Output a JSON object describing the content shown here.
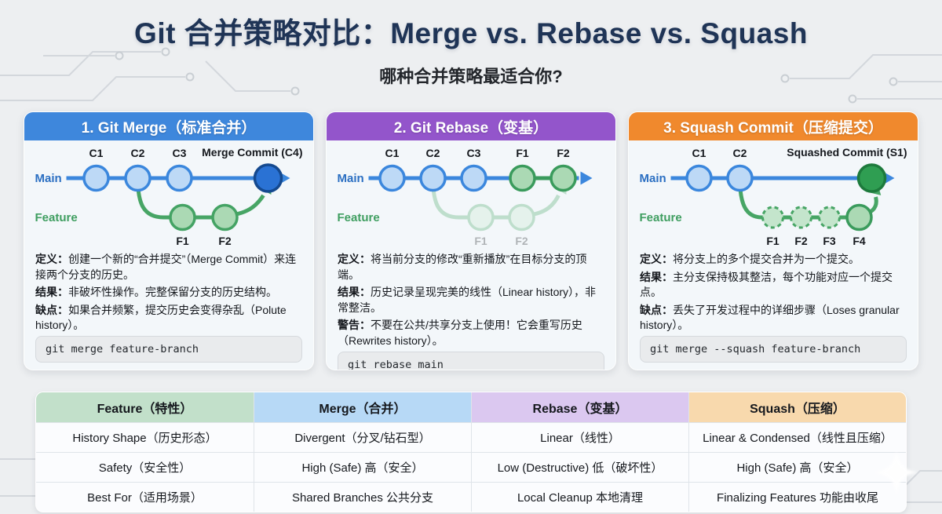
{
  "page": {
    "title": "Git 合并策略对比：Merge vs. Rebase vs. Squash",
    "subtitle": "哪种合并策略最适合你?"
  },
  "colors": {
    "merge_accent": "#3e87dc",
    "rebase_accent": "#9355cb",
    "squash_accent": "#f0892d",
    "main_line": "#3b87dd",
    "feature_line": "#47a565"
  },
  "cards": [
    {
      "title": "1. Git Merge（标准合并）",
      "accent": "#3e87dc",
      "graph": {
        "main_label": "Main",
        "feature_label": "Feature",
        "main_nodes": [
          "C1",
          "C2",
          "C3"
        ],
        "merge_label": "Merge Commit (C4)",
        "feature_nodes": [
          "F1",
          "F2"
        ]
      },
      "lines": [
        {
          "label": "定义：",
          "text": "创建一个新的“合并提交”（Merge Commit）来连接两个分支的历史。"
        },
        {
          "label": "结果：",
          "text": "非破坏性操作。完整保留分支的历史结构。"
        },
        {
          "label": "缺点：",
          "text": "如果合并频繁，提交历史会变得杂乱（Polute history）。"
        }
      ],
      "code": "git merge feature-branch"
    },
    {
      "title": "2. Git Rebase（变基）",
      "accent": "#9355cb",
      "graph": {
        "main_label": "Main",
        "feature_label": "Feature",
        "main_nodes": [
          "C1",
          "C2",
          "C3",
          "F1",
          "F2"
        ],
        "ghost_nodes": [
          "F1",
          "F2"
        ]
      },
      "lines": [
        {
          "label": "定义：",
          "text": "将当前分支的修改“重新播放”在目标分支的顶端。"
        },
        {
          "label": "结果：",
          "text": "历史记录呈现完美的线性（Linear history），非常整洁。"
        },
        {
          "label": "警告：",
          "text": "不要在公共/共享分支上使用！它会重写历史（Rewrites history）。"
        }
      ],
      "code": "git rebase main"
    },
    {
      "title": "3. Squash Commit（压缩提交）",
      "accent": "#f0892d",
      "graph": {
        "main_label": "Main",
        "feature_label": "Feature",
        "main_nodes": [
          "C1",
          "C2"
        ],
        "squash_label": "Squashed Commit (S1)",
        "feature_nodes": [
          "F1",
          "F2",
          "F3",
          "F4"
        ]
      },
      "lines": [
        {
          "label": "定义：",
          "text": "将分支上的多个提交合并为一个提交。"
        },
        {
          "label": "结果：",
          "text": "主分支保持极其整洁，每个功能对应一个提交点。"
        },
        {
          "label": "缺点：",
          "text": "丢失了开发过程中的详细步骤（Loses granular history）。"
        }
      ],
      "code": "git merge --squash feature-branch"
    }
  ],
  "table": {
    "columns": [
      {
        "label": "Feature（特性）",
        "bg": "#c2e0ca"
      },
      {
        "label": "Merge（合并）",
        "bg": "#b7d9f6"
      },
      {
        "label": "Rebase（变基）",
        "bg": "#dbc8f0"
      },
      {
        "label": "Squash（压缩）",
        "bg": "#f8d9ad"
      }
    ],
    "rows": [
      [
        "History Shape（历史形态）",
        "Divergent（分叉/钻石型）",
        "Linear（线性）",
        "Linear & Condensed（线性且压缩）"
      ],
      [
        "Safety（安全性）",
        "High (Safe) 高（安全）",
        "Low (Destructive) 低（破坏性）",
        "High (Safe) 高（安全）"
      ],
      [
        "Best For（适用场景）",
        "Shared Branches 公共分支",
        "Local Cleanup 本地清理",
        "Finalizing Features 功能由收尾"
      ]
    ]
  }
}
